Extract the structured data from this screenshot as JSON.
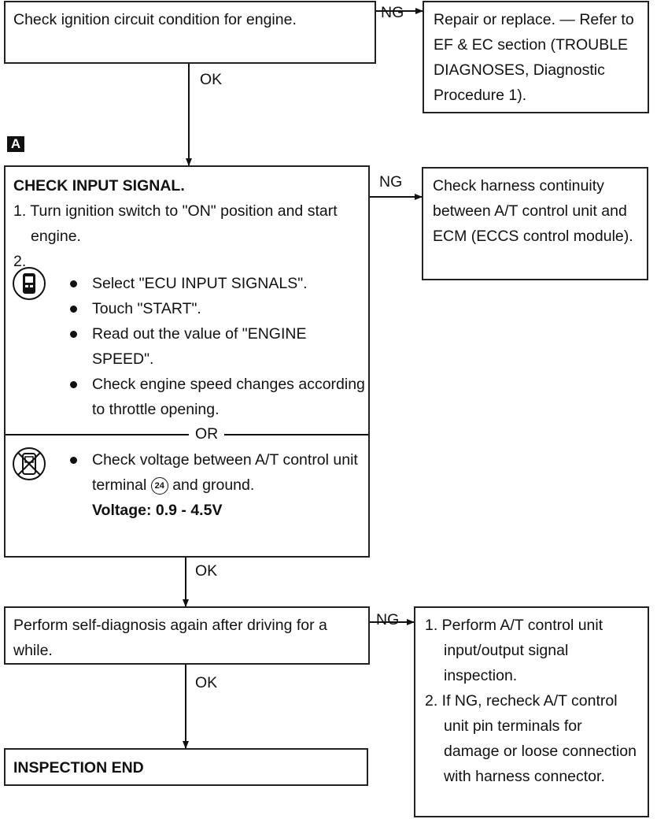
{
  "step1": {
    "text": "Check ignition circuit condition for engine.",
    "ng_label": "NG",
    "ng_action": "Repair or replace. — Refer to EF & EC section (TROUBLE DIAGNOSES, Diagnostic Procedure 1).",
    "ok_label": "OK"
  },
  "marker": "A",
  "step2": {
    "title": "CHECK INPUT SIGNAL.",
    "item1": "1. Turn ignition switch to \"ON\" position and start engine.",
    "item2": "2.",
    "consult_bullets": [
      "Select \"ECU INPUT SIGNALS\".",
      "Touch \"START\".",
      "Read out the value of \"ENGINE SPEED\".",
      "Check engine speed changes according to throttle opening."
    ],
    "or_label": "OR",
    "noconsult_bullet_pre": "Check voltage between A/T control unit terminal",
    "terminal_number": "24",
    "noconsult_bullet_post": "and ground.",
    "spec": "Voltage: 0.9 - 4.5V",
    "ng_label": "NG",
    "ng_action": "Check harness continuity between A/T control unit and ECM (ECCS control module).",
    "ok_label": "OK"
  },
  "step3": {
    "text": "Perform self-diagnosis again after driving for a while.",
    "ng_label": "NG",
    "ng_action_1": "1. Perform A/T control unit input/output signal inspection.",
    "ng_action_2": "2. If NG, recheck A/T control unit pin terminals for damage or loose connection with harness connector.",
    "ok_label": "OK"
  },
  "end": {
    "text": "INSPECTION END"
  },
  "icons": {
    "consult": "consult-tester-icon",
    "no_consult": "no-consult-tester-icon"
  }
}
